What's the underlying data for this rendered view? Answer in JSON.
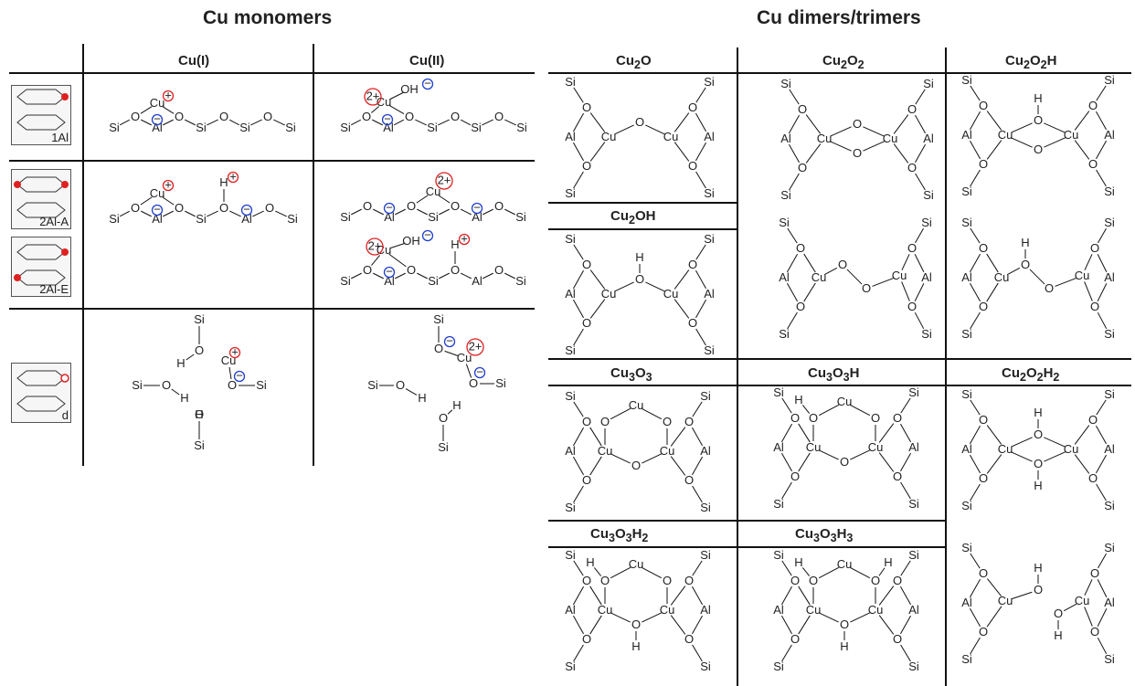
{
  "titles": {
    "monomers": "Cu monomers",
    "dimers": "Cu dimers/trimers"
  },
  "monomer_headers": {
    "cu1": "Cu(I)",
    "cu2": "Cu(II)"
  },
  "sites": {
    "one_al": "1Al",
    "two_al_a": "2Al-A",
    "two_al_e": "2Al-E",
    "defect": "d"
  },
  "dimer_headers": {
    "cu2o": {
      "base": "Cu",
      "s1": "2",
      "m1": "O",
      "s2": "",
      "m2": "",
      "s3": ""
    },
    "cu2o2": {
      "base": "Cu",
      "s1": "2",
      "m1": "O",
      "s2": "2",
      "m2": "",
      "s3": ""
    },
    "cu2o2h": {
      "base": "Cu",
      "s1": "2",
      "m1": "O",
      "s2": "2",
      "m2": "H",
      "s3": ""
    },
    "cu2oh": {
      "base": "Cu",
      "s1": "2",
      "m1": "OH",
      "s2": "",
      "m2": "",
      "s3": ""
    },
    "cu3o3": {
      "base": "Cu",
      "s1": "3",
      "m1": "O",
      "s2": "3",
      "m2": "",
      "s3": ""
    },
    "cu3o3h": {
      "base": "Cu",
      "s1": "3",
      "m1": "O",
      "s2": "3",
      "m2": "H",
      "s3": ""
    },
    "cu2o2h2": {
      "base": "Cu",
      "s1": "2",
      "m1": "O",
      "s2": "2",
      "m2": "H",
      "s3": "2"
    },
    "cu3o3h2": {
      "base": "Cu",
      "s1": "3",
      "m1": "O",
      "s2": "3",
      "m2": "H",
      "s3": "2"
    },
    "cu3o3h3": {
      "base": "Cu",
      "s1": "3",
      "m1": "O",
      "s2": "3",
      "m2": "H",
      "s3": "3"
    }
  },
  "atoms": {
    "si": "Si",
    "o": "O",
    "al": "Al",
    "cu": "Cu",
    "h": "H",
    "oh": "OH"
  },
  "charges": {
    "plus": "+",
    "minus": "−",
    "two_plus": "2+"
  },
  "colors": {
    "plus": "#e02020",
    "minus": "#1f3fd0",
    "line": "#111111"
  }
}
